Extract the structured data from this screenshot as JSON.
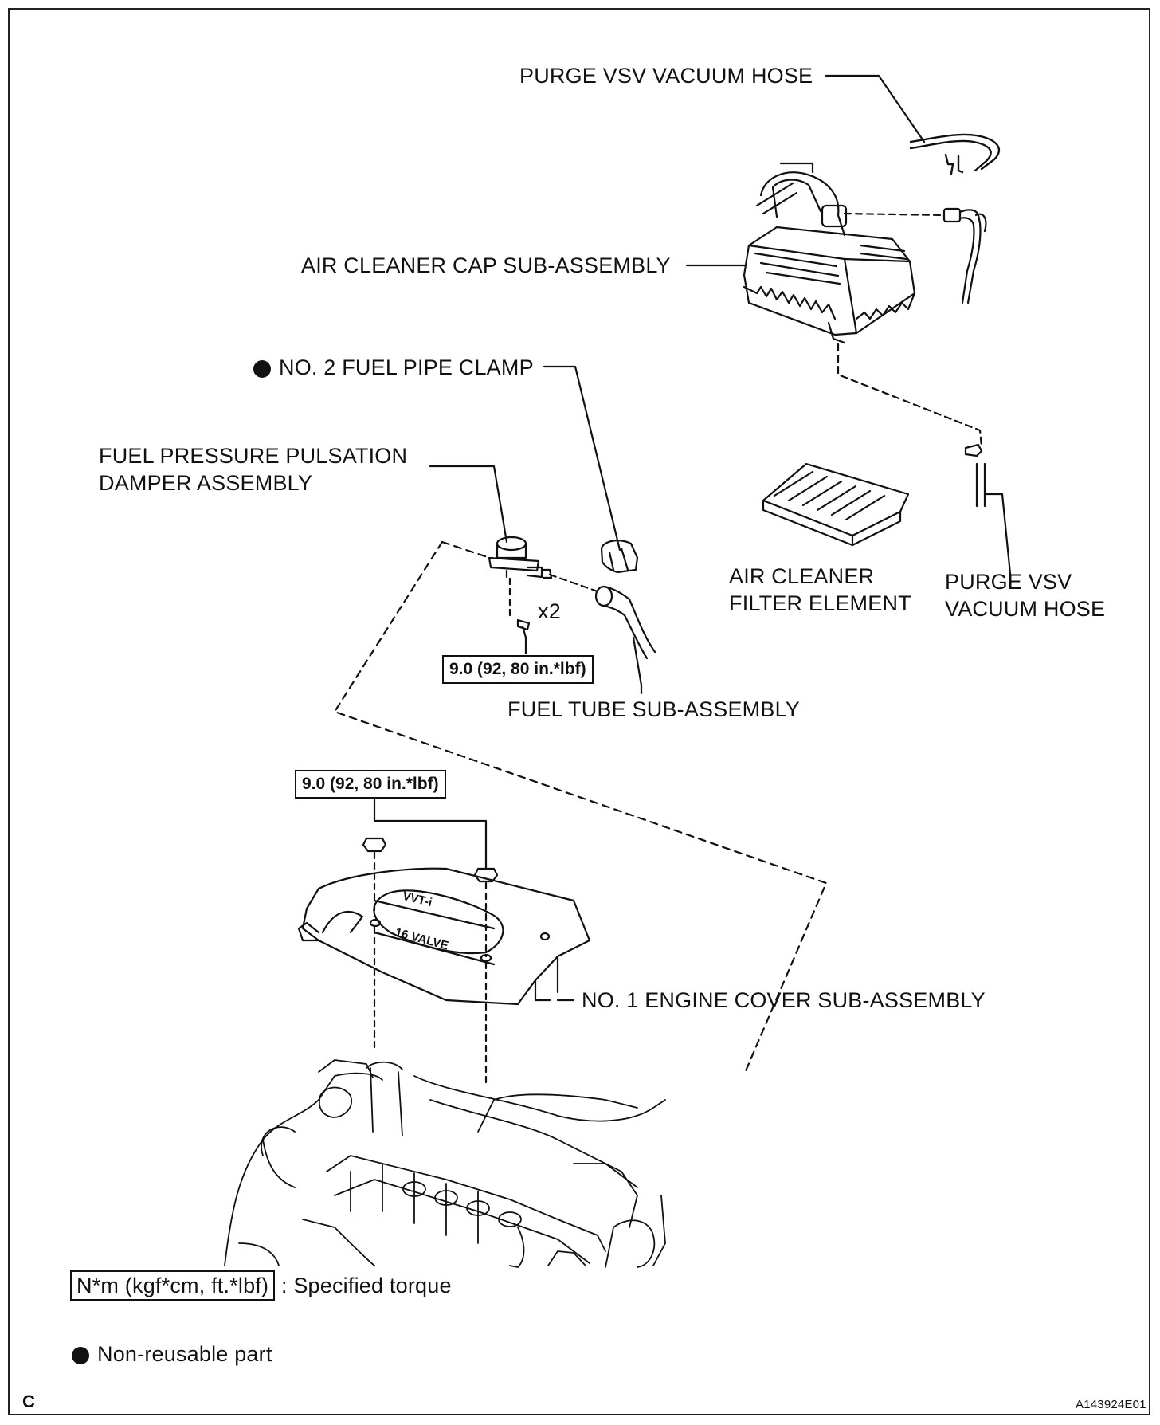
{
  "labels": {
    "purge_hose_top": "PURGE VSV VACUUM HOSE",
    "air_cleaner_cap": "AIR CLEANER CAP SUB-ASSEMBLY",
    "fuel_pipe_clamp": "NO. 2 FUEL PIPE CLAMP",
    "damper_line1": "FUEL PRESSURE PULSATION",
    "damper_line2": "DAMPER ASSEMBLY",
    "filter_line1": "AIR CLEANER",
    "filter_line2": "FILTER ELEMENT",
    "purge_hose_line1": "PURGE VSV",
    "purge_hose_line2": "VACUUM HOSE",
    "bolt_count": "x2",
    "fuel_tube": "FUEL TUBE SUB-ASSEMBLY",
    "engine_cover": "NO. 1 ENGINE COVER SUB-ASSEMBLY"
  },
  "torques": {
    "damper_bolts": "9.0 (92, 80 in.*lbf)",
    "cover_nuts": "9.0 (92, 80 in.*lbf)"
  },
  "cover_markings": {
    "logo": "VVT-i",
    "valve": "16 VALVE"
  },
  "legend": {
    "torque_units": "N*m (kgf*cm, ft.*lbf)",
    "torque_desc": ": Specified torque",
    "nonreusable_desc": "Non-reusable part"
  },
  "footer": {
    "section_letter": "C",
    "figure_id": "A143924E01"
  },
  "colors": {
    "line": "#111111",
    "background": "#ffffff"
  }
}
